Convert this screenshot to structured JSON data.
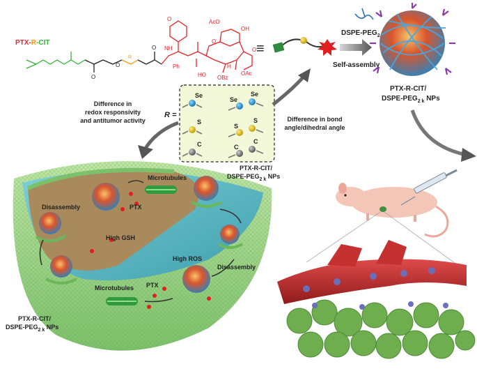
{
  "top": {
    "compound_prefix": "PTX-",
    "compound_r": "R",
    "compound_suffix": "-CIT",
    "equiv_symbol": "≡",
    "dspe_label": "DSPE-PEG",
    "dspe_sub": "2 k",
    "self_assembly": "Self-assembly",
    "nps_line1": "PTX-R-CIT/",
    "nps_line2": "DSPE-PEG",
    "nps_line2_sub": "2 k",
    "nps_line2_end": " NPs"
  },
  "structure_labels": {
    "nh": "NH",
    "o": "O",
    "ph": "Ph",
    "aco": "AcO",
    "oh": "OH",
    "ho": "HO",
    "obz": "OBz",
    "oac": "OAc",
    "h": "H",
    "r": "R"
  },
  "center": {
    "r_equals": "R =",
    "se": "Se",
    "s": "S",
    "c": "C",
    "left_text": [
      "Difference in",
      "redox responsivity",
      "and antitumor activity"
    ],
    "right_text": [
      "Difference in bond",
      "angle/dihedral angle"
    ]
  },
  "cell": {
    "microtubules_top": "Microtubules",
    "ptx_top": "PTX",
    "disassembly_left": "Disassembly",
    "high_gsh": "High GSH",
    "nps_mid_line1": "PTX-R-CIT/",
    "nps_mid_line2": "DSPE-PEG",
    "nps_mid_sub": "2 k",
    "nps_mid_end": " NPs",
    "high_ros": "High ROS",
    "disassembly_right": "Disassembly",
    "microtubules_bottom": "Microtubules",
    "ptx_bottom": "PTX",
    "nps_bl_line1": "PTX-R-CIT/",
    "nps_bl_line2": "DSPE-PEG",
    "nps_bl_sub": "2 k",
    "nps_bl_end": " NPs"
  },
  "colors": {
    "ptx_red": "#e8232a",
    "cit_green": "#36b236",
    "r_orange": "#f39c12",
    "se_blue": "#1e9ad6",
    "s_yellow": "#e8c21a",
    "c_gray": "#7a7a7a",
    "cell_green": "#9fd58a",
    "cytoplasm_tan": "#a88a5c",
    "water_teal": "#5fb8c4"
  }
}
